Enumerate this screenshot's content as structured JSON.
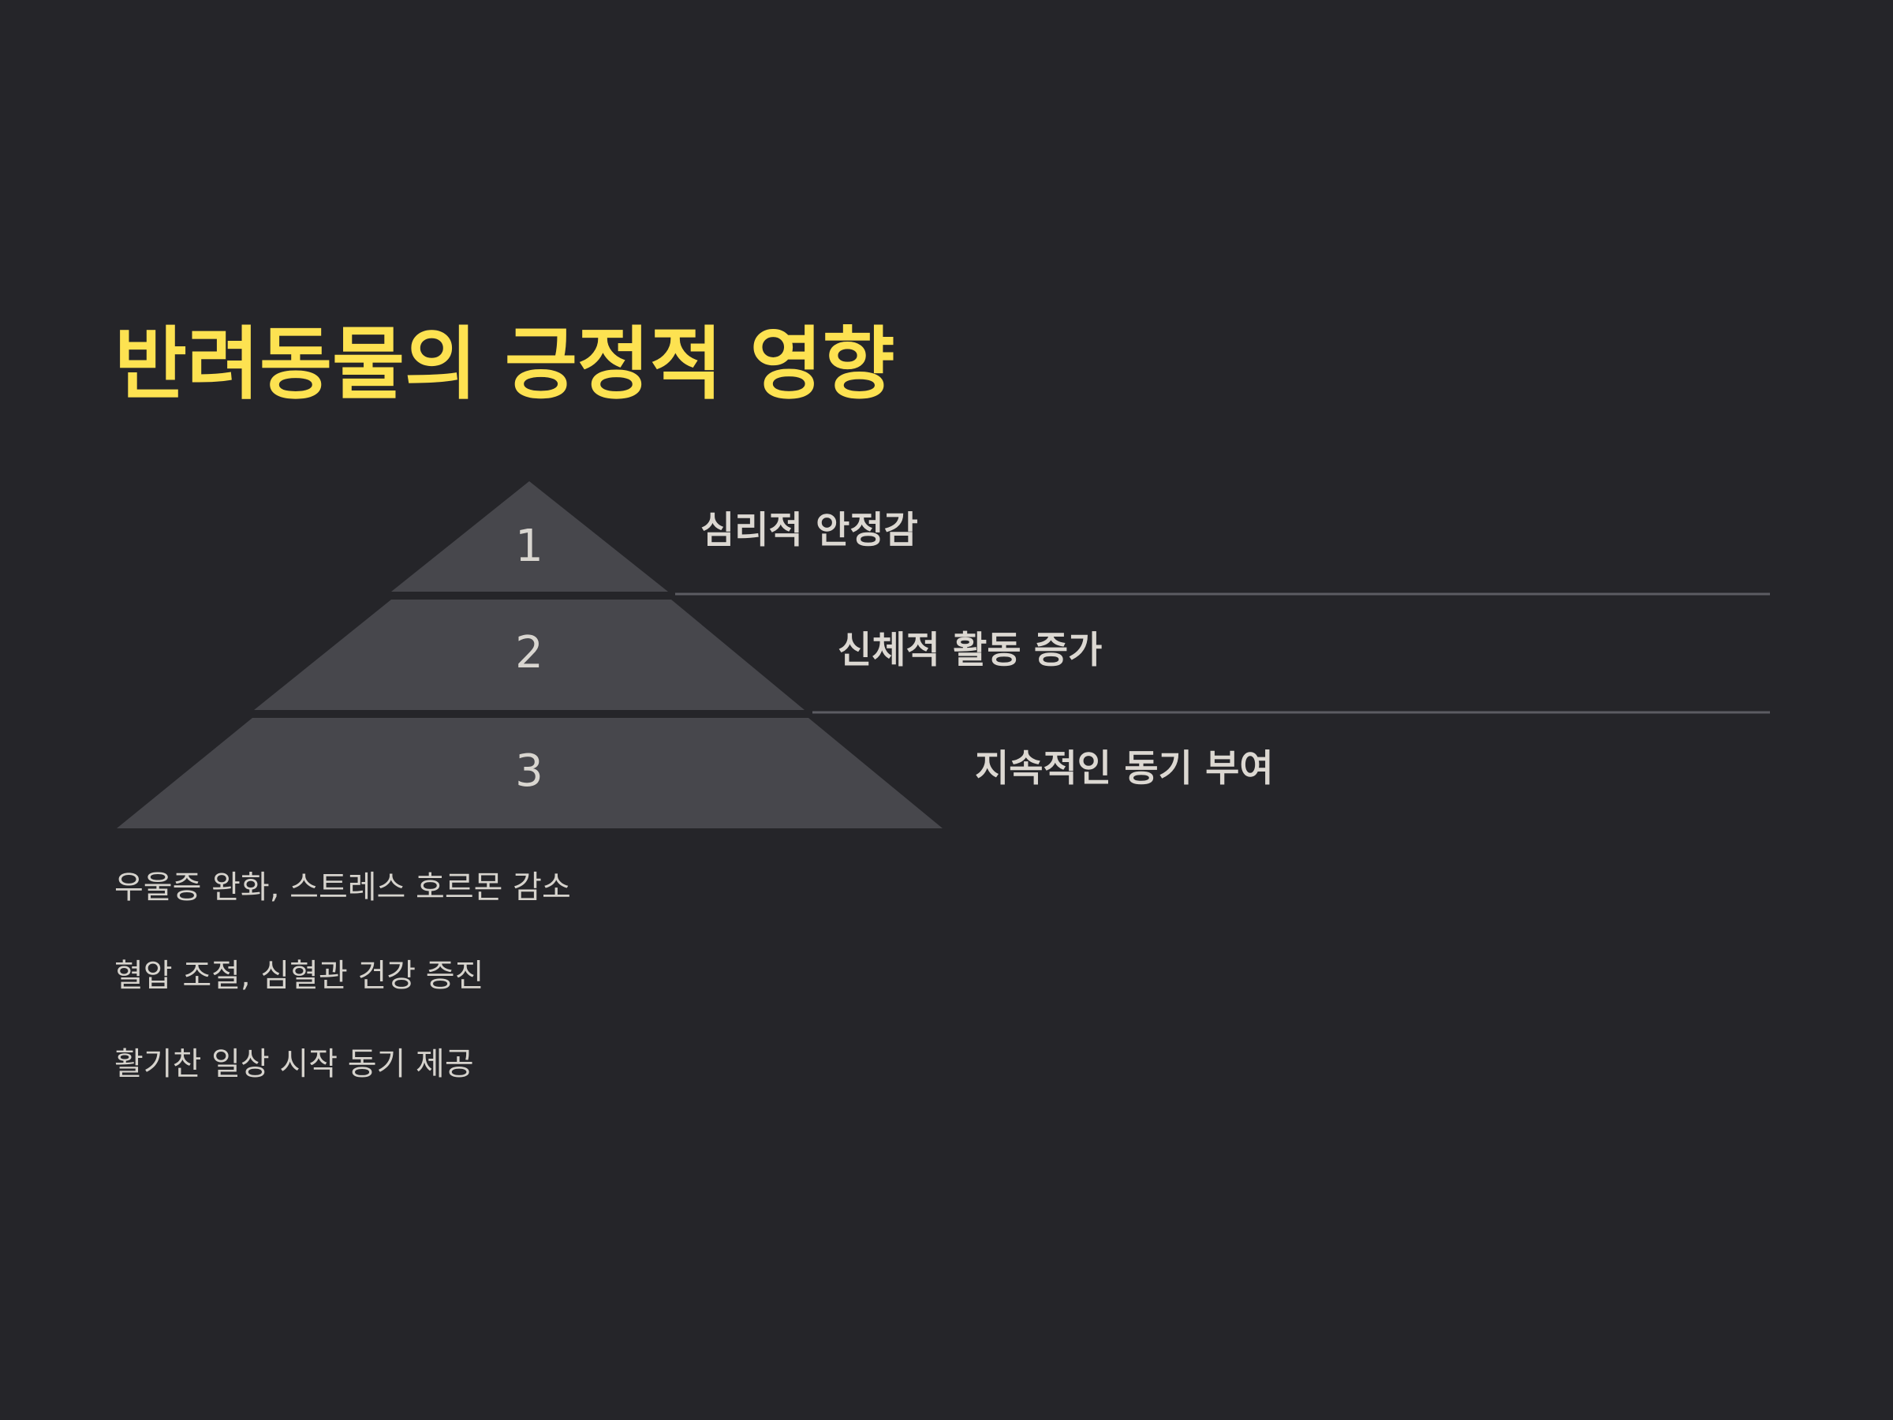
{
  "slide": {
    "title": "반려동물의 긍정적 영향"
  },
  "colors": {
    "background": "#252529",
    "title": "#fde251",
    "tier_fill": "#47474c",
    "text": "#d9d6d0",
    "divider": "#5c5c62"
  },
  "pyramid": {
    "tiers": [
      {
        "number": "1",
        "label": "심리적 안정감"
      },
      {
        "number": "2",
        "label": "신체적 활동 증가"
      },
      {
        "number": "3",
        "label": "지속적인 동기 부여"
      }
    ]
  },
  "descriptions": [
    "우울증 완화, 스트레스 호르몬 감소",
    "혈압 조절, 심혈관 건강 증진",
    "활기찬 일상 시작 동기 제공"
  ]
}
